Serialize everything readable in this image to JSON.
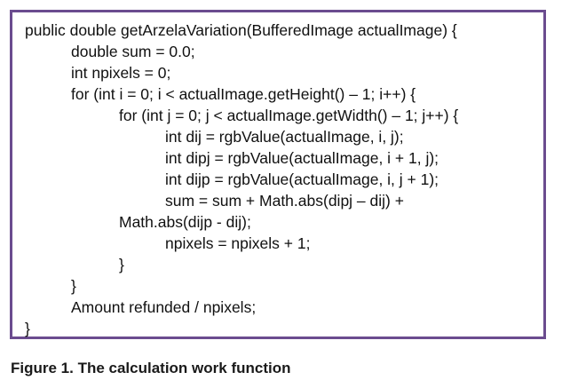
{
  "code_lines": [
    "public double getArzelaVariation(BufferedImage actualImage) {",
    "double sum = 0.0;",
    "int npixels = 0;",
    "for (int i = 0; i < actualImage.getHeight() – 1; i++) {",
    "for (int j = 0; j < actualImage.getWidth() – 1; j++) {",
    "int dij = rgbValue(actualImage, i, j);",
    "int dipj = rgbValue(actualImage, i + 1, j);",
    "int dijp = rgbValue(actualImage, i, j + 1);",
    "sum = sum + Math.abs(dipj – dij) +",
    "Math.abs(dijp - dij);",
    "npixels = npixels + 1;",
    "}",
    "}",
    "Amount refunded / npixels;",
    "}"
  ],
  "caption": "Figure 1. The calculation work function",
  "colors": {
    "border": "#6b4c8f",
    "text": "#111111"
  }
}
